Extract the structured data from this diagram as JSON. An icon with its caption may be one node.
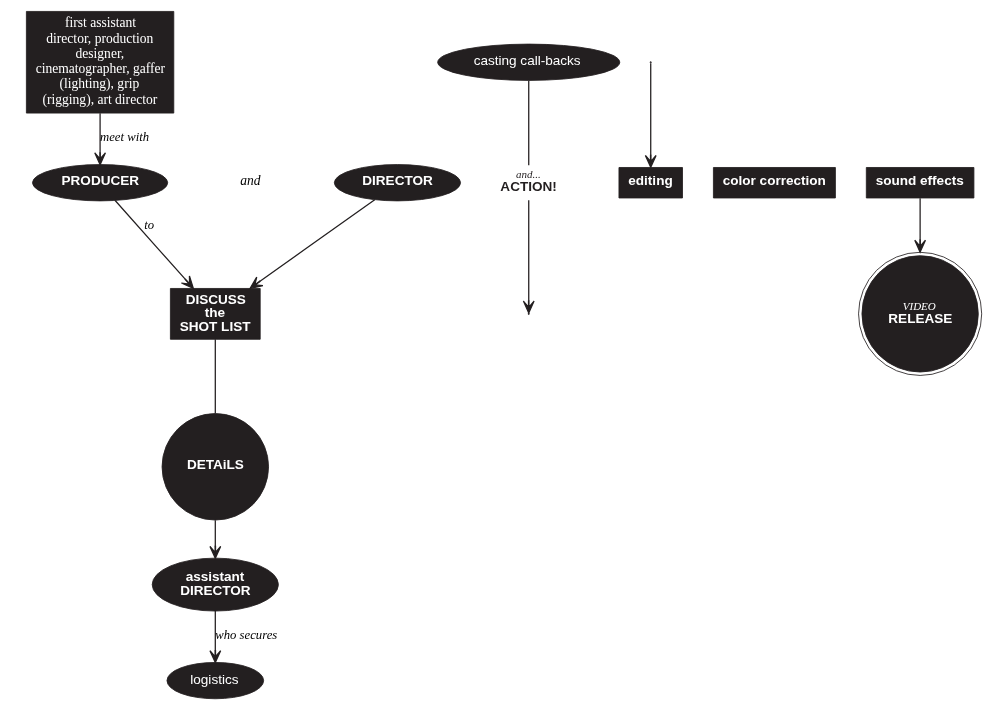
{
  "diagram": {
    "nodes": [
      {
        "text": [
          "first assistant director, production designer, cinematographer, gaffer (lighting), grip (rigging), art director"
        ]
      },
      {
        "text": [
          "PRODUCER"
        ]
      },
      {
        "text": [
          "DIRECTOR"
        ]
      },
      {
        "text": [
          "DISCUSS",
          "the",
          "SHOT LIST"
        ]
      },
      {
        "text": [
          "DETAiLS"
        ]
      },
      {
        "text": [
          "assistant",
          "DIRECTOR"
        ]
      },
      {
        "text": [
          "casting call-backs"
        ]
      },
      {
        "text": [
          "logistics"
        ]
      },
      {
        "text": [
          "and...",
          "ACTION!"
        ]
      },
      {
        "text": [
          "editing"
        ]
      },
      {
        "text": [
          "color correction"
        ]
      },
      {
        "text": [
          "sound effects"
        ]
      },
      {
        "text": [
          "VIDEO",
          "RELEASE"
        ]
      }
    ],
    "edges": [
      {
        "from": 0,
        "to": 1,
        "label": "meet with",
        "arrow": "to"
      },
      {
        "from": 1,
        "to": 3,
        "label": "to",
        "arrow": "to"
      },
      {
        "from": 2,
        "to": 3,
        "arrow": "to"
      },
      {
        "from": 3,
        "to": 4,
        "arrow": "none"
      },
      {
        "from": 4,
        "to": 5,
        "arrow": "to"
      },
      {
        "from": 5,
        "to": 7,
        "label": "who secures",
        "arrow": "to"
      },
      {
        "from": 6,
        "to": 8,
        "arrow": "none"
      },
      {
        "from": 8,
        "to": null,
        "arrow": "to"
      },
      {
        "from": null,
        "to": 9,
        "arrow": "to"
      },
      {
        "from": 11,
        "to": 12,
        "arrow": "to"
      }
    ],
    "labels": [
      "and"
    ]
  }
}
